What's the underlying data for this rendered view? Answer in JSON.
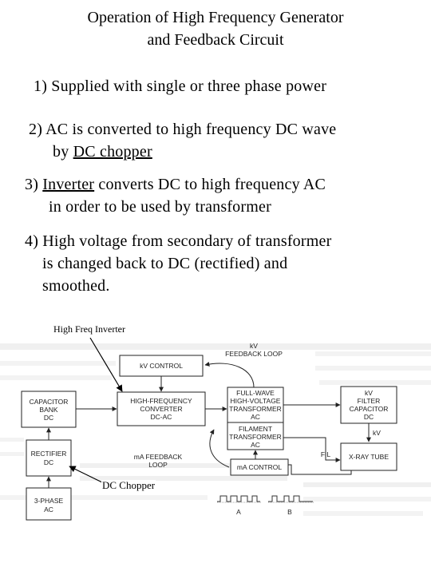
{
  "title": {
    "line1": "Operation of High Frequency Generator",
    "line2": "and Feedback Circuit"
  },
  "points": {
    "p1": "1) Supplied with single or three phase power",
    "p2_a": "2) AC is converted to high frequency DC wave",
    "p2_b": "by ",
    "p2_link": "DC chopper",
    "p3_a": "3) ",
    "p3_link": "Inverter",
    "p3_b": " converts DC to high frequency AC",
    "p3_c": "in order to be used by transformer",
    "p4_a": "4) High voltage from secondary of transformer",
    "p4_b": "is changed back to DC (rectified) and",
    "p4_c": "smoothed."
  },
  "callouts": {
    "inverter": "High Freq Inverter",
    "chopper": "DC Chopper"
  },
  "diagram": {
    "kv_feedback_1": "kV",
    "kv_feedback_2": "FEEDBACK LOOP",
    "kv_control": "kV CONTROL",
    "capacitor_1": "CAPACITOR",
    "capacitor_2": "BANK",
    "capacitor_3": "DC",
    "hf_conv_1": "HIGH-FREQUENCY",
    "hf_conv_2": "CONVERTER",
    "hf_conv_3": "DC-AC",
    "fw_1": "FULL-WAVE",
    "fw_2": "HIGH-VOLTAGE",
    "fw_3": "TRANSFORMER",
    "fw_4": "AC",
    "fil_1": "FILAMENT",
    "fil_2": "TRANSFORMER",
    "fil_3": "AC",
    "kv_filter_1": "kV",
    "kv_filter_2": "FILTER",
    "kv_filter_3": "CAPACITOR",
    "kv_filter_4": "DC",
    "kv_label": "kV",
    "rectifier_1": "RECTIFIER",
    "rectifier_2": "DC",
    "ma_feedback_1": "mA FEEDBACK",
    "ma_feedback_2": "LOOP",
    "ma_control": "mA CONTROL",
    "fil_label": "FIL",
    "xray_tube": "X-RAY TUBE",
    "three_phase_1": "3-PHASE",
    "three_phase_2": "AC",
    "wave_a": "A",
    "wave_b": "B"
  }
}
